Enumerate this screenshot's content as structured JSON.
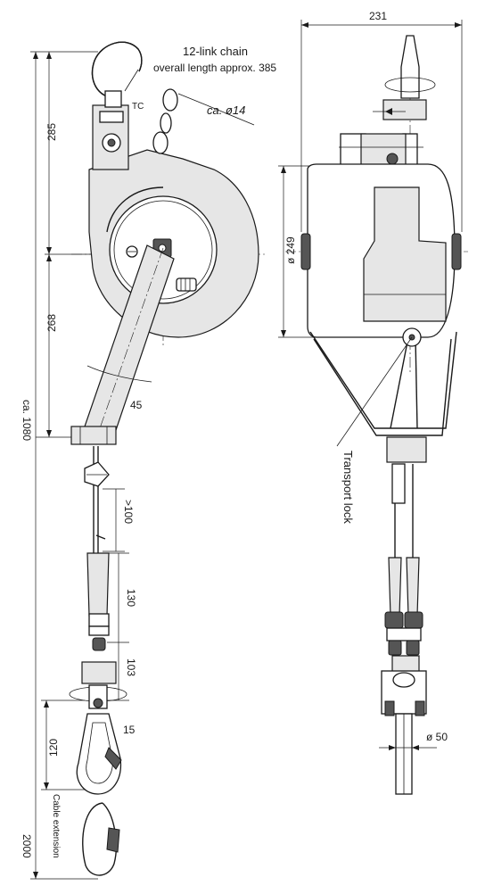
{
  "labels": {
    "chain_title": "12-link chain",
    "chain_note": "overall length approx. 385",
    "chain_dia": "ca. ø14",
    "transport_lock": "Transport lock",
    "cable_extension": "Cable extension"
  },
  "dimensions": {
    "width_231": "231",
    "d285": "285",
    "d268": "268",
    "ca1080": "ca. 1080",
    "dia249": "ø 249",
    "angle45": "45",
    "gt100": ">100",
    "d130": "130",
    "d103": "103",
    "d120": "120",
    "d15": "15",
    "d2000": "2000",
    "dia50": "ø 50",
    "tc": "TC"
  },
  "colors": {
    "line": "#1a1a1a",
    "housing_fill": "#cfcfcf",
    "light_fill": "#e6e6e6",
    "background": "#ffffff"
  }
}
